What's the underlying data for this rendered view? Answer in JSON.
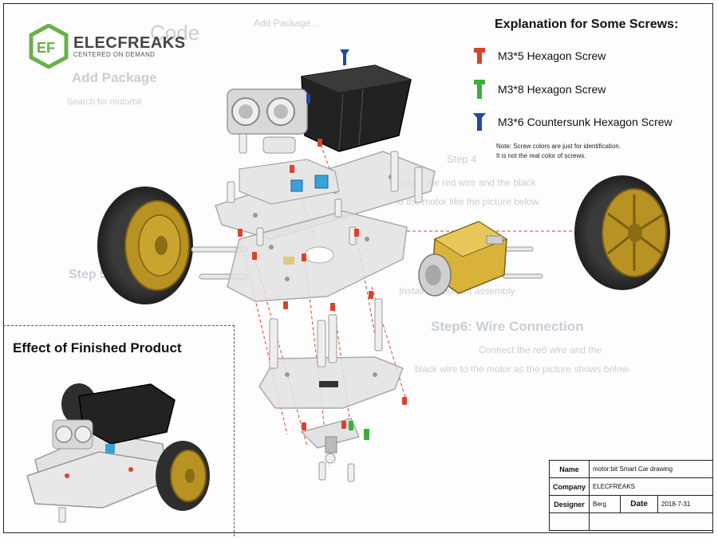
{
  "background_text": {
    "code": "Code",
    "add_package_small": "Add Package...",
    "add_package": "Add Package",
    "search": "Search for motorbit",
    "step4": "Step 4",
    "solder": "Solder the red wire and the black",
    "motor_like": "to the motor like the picture below.",
    "step5": "Step 5",
    "bottom": "Install the bottom assembly",
    "step6": "Step6: Wire Connection",
    "connect": "Connect the red wire and the",
    "black_wire": "black wire to the motor as the picture shows below."
  },
  "logo": {
    "name": "ELECFREAKS",
    "tagline": "CENTERED ON DEMAND",
    "mark_color": "#6ab04c"
  },
  "legend": {
    "title": "Explanation for Some Screws:",
    "items": [
      {
        "label": "M3*5 Hexagon Screw",
        "color": "#d9432b",
        "icon": "red-hexagon-screw"
      },
      {
        "label": "M3*8 Hexagon Screw",
        "color": "#3cae3c",
        "icon": "green-hexagon-screw"
      },
      {
        "label": "M3*6 Countersunk Hexagon Screw",
        "color": "#2346a8",
        "icon": "blue-countersunk-screw"
      }
    ],
    "note_line1": "Note: Screw colors are just for identification.",
    "note_line2": "It is not the real color of screws."
  },
  "finished": {
    "title": "Effect of Finished Product"
  },
  "info_table": {
    "name_label": "Name",
    "name_value": "motor:bit Smart Car drawing",
    "company_label": "Company",
    "company_value": "ELECFREAKS",
    "designer_label": "Designer",
    "designer_value": "Berg",
    "date_label": "Date",
    "date_value": "2018-7-31"
  },
  "colors": {
    "tire": "#2e2e2e",
    "hub": "#b89222",
    "acrylic": "#e2e2e2",
    "motor": "#d9b23a",
    "battery": "#222222",
    "sensor": "#d8d8d8",
    "red_screw": "#d9432b",
    "green_screw": "#3cae3c",
    "blue_screw": "#2346a8"
  }
}
